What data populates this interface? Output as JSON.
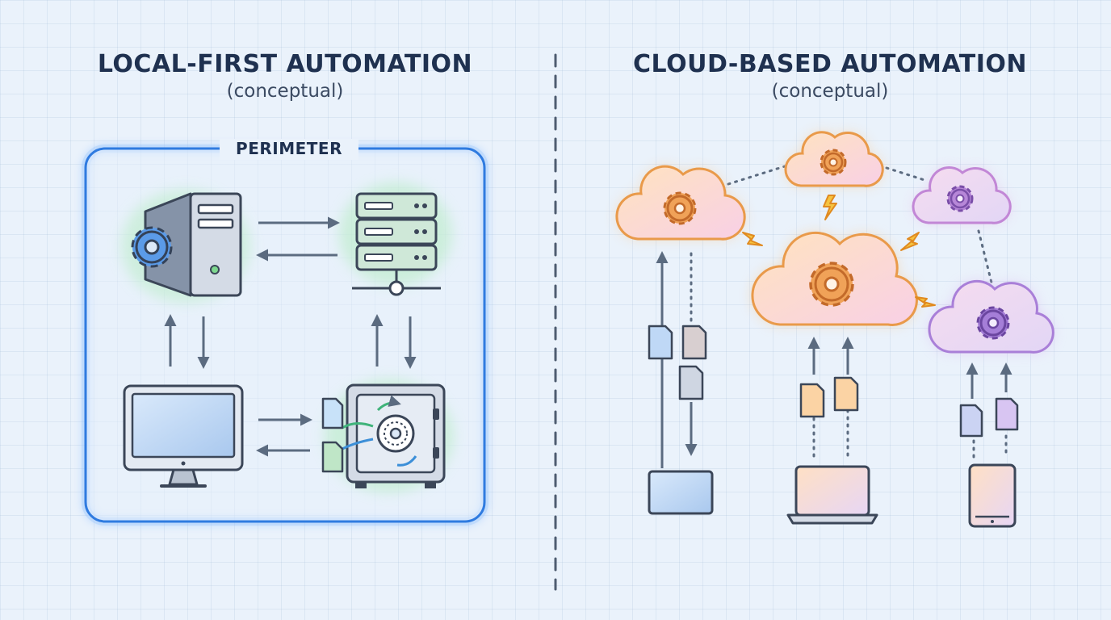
{
  "left_panel": {
    "title": "LOCAL-FIRST AUTOMATION",
    "subtitle": "(conceptual)",
    "perimeter_label": "PERIMETER"
  },
  "right_panel": {
    "title": "CLOUD-BASED AUTOMATION",
    "subtitle": "(conceptual)"
  },
  "colors": {
    "title": "#1f3150",
    "perimeter": "#2f7be0",
    "arrow": "#5b6b80",
    "green_glow": "#6fd38a",
    "cloud_orange": "#f5a04a",
    "cloud_purple": "#9a6fd8",
    "lightning": "#f0a020"
  },
  "icons": {
    "left": [
      "server-gear-icon",
      "server-rack-icon",
      "desktop-monitor-icon",
      "secure-vault-icon",
      "document-icon"
    ],
    "right": [
      "cloud-gear-icon",
      "lightning-icon",
      "document-icon",
      "tablet-icon",
      "laptop-icon",
      "phone-icon"
    ]
  }
}
